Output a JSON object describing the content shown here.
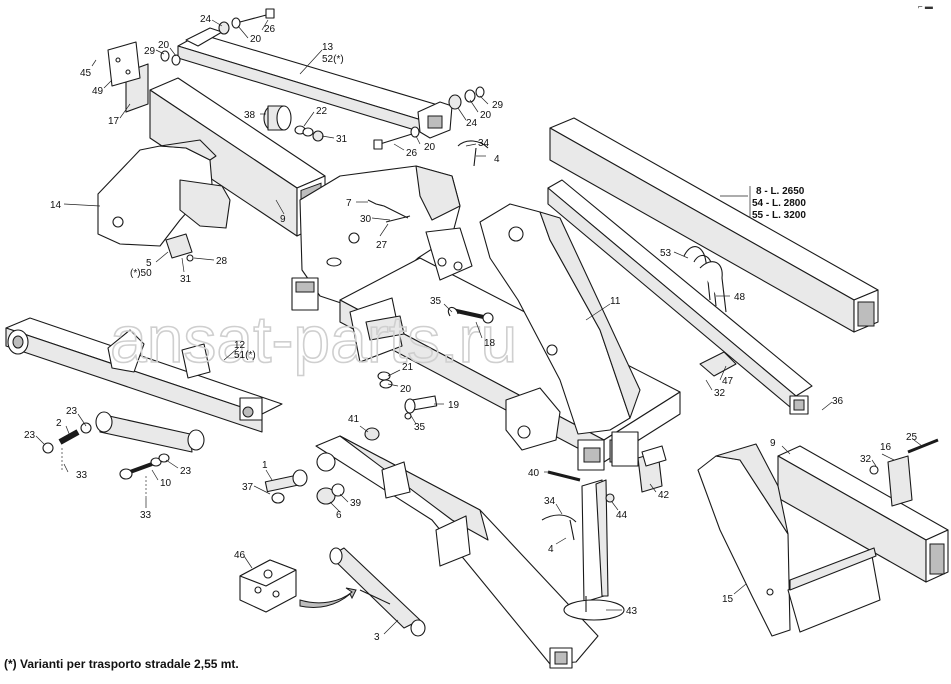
{
  "watermark": "ansat-parts.ru",
  "footnote": "(*) Varianti per trasporto stradale 2,55 mt.",
  "corner_mark": "⌐ ▬",
  "lengths": {
    "a": "8 - L. 2650",
    "b": "54 - L. 2800",
    "c": "55 - L. 3200"
  },
  "labels": {
    "p24a": "24",
    "p26a": "26",
    "p20a": "20",
    "p29a": "29",
    "p20b": "20",
    "p13": "13",
    "p52": "52(*)",
    "p45": "45",
    "p49": "49",
    "p17": "17",
    "p38": "38",
    "p22": "22",
    "p31a": "31",
    "p29b": "29",
    "p24b": "24",
    "p20c": "20",
    "p20d": "20",
    "p26b": "26",
    "p34a": "34",
    "p4a": "4",
    "p14": "14",
    "p9a": "9",
    "p7": "7",
    "p30": "30",
    "p27": "27",
    "p5": "5",
    "p50": "(*)50",
    "p31b": "31",
    "p28": "28",
    "p53": "53",
    "p48": "48",
    "p35a": "35",
    "p11": "11",
    "p18": "18",
    "p12": "12",
    "p51": "51(*)",
    "p21": "21",
    "p20e": "20",
    "p47": "47",
    "p32a": "32",
    "p36": "36",
    "p19": "19",
    "p35b": "35",
    "p23a": "23",
    "p2": "2",
    "p23b": "23",
    "p33a": "33",
    "p23c": "23",
    "p10": "10",
    "p33b": "33",
    "p41": "41",
    "p1": "1",
    "p37": "37",
    "p6": "6",
    "p39": "39",
    "p40": "40",
    "p42": "42",
    "p34b": "34",
    "p44": "44",
    "p4b": "4",
    "p9b": "9",
    "p32b": "32",
    "p16": "16",
    "p25": "25",
    "p46": "46",
    "p3": "3",
    "p43": "43",
    "p15": "15"
  }
}
